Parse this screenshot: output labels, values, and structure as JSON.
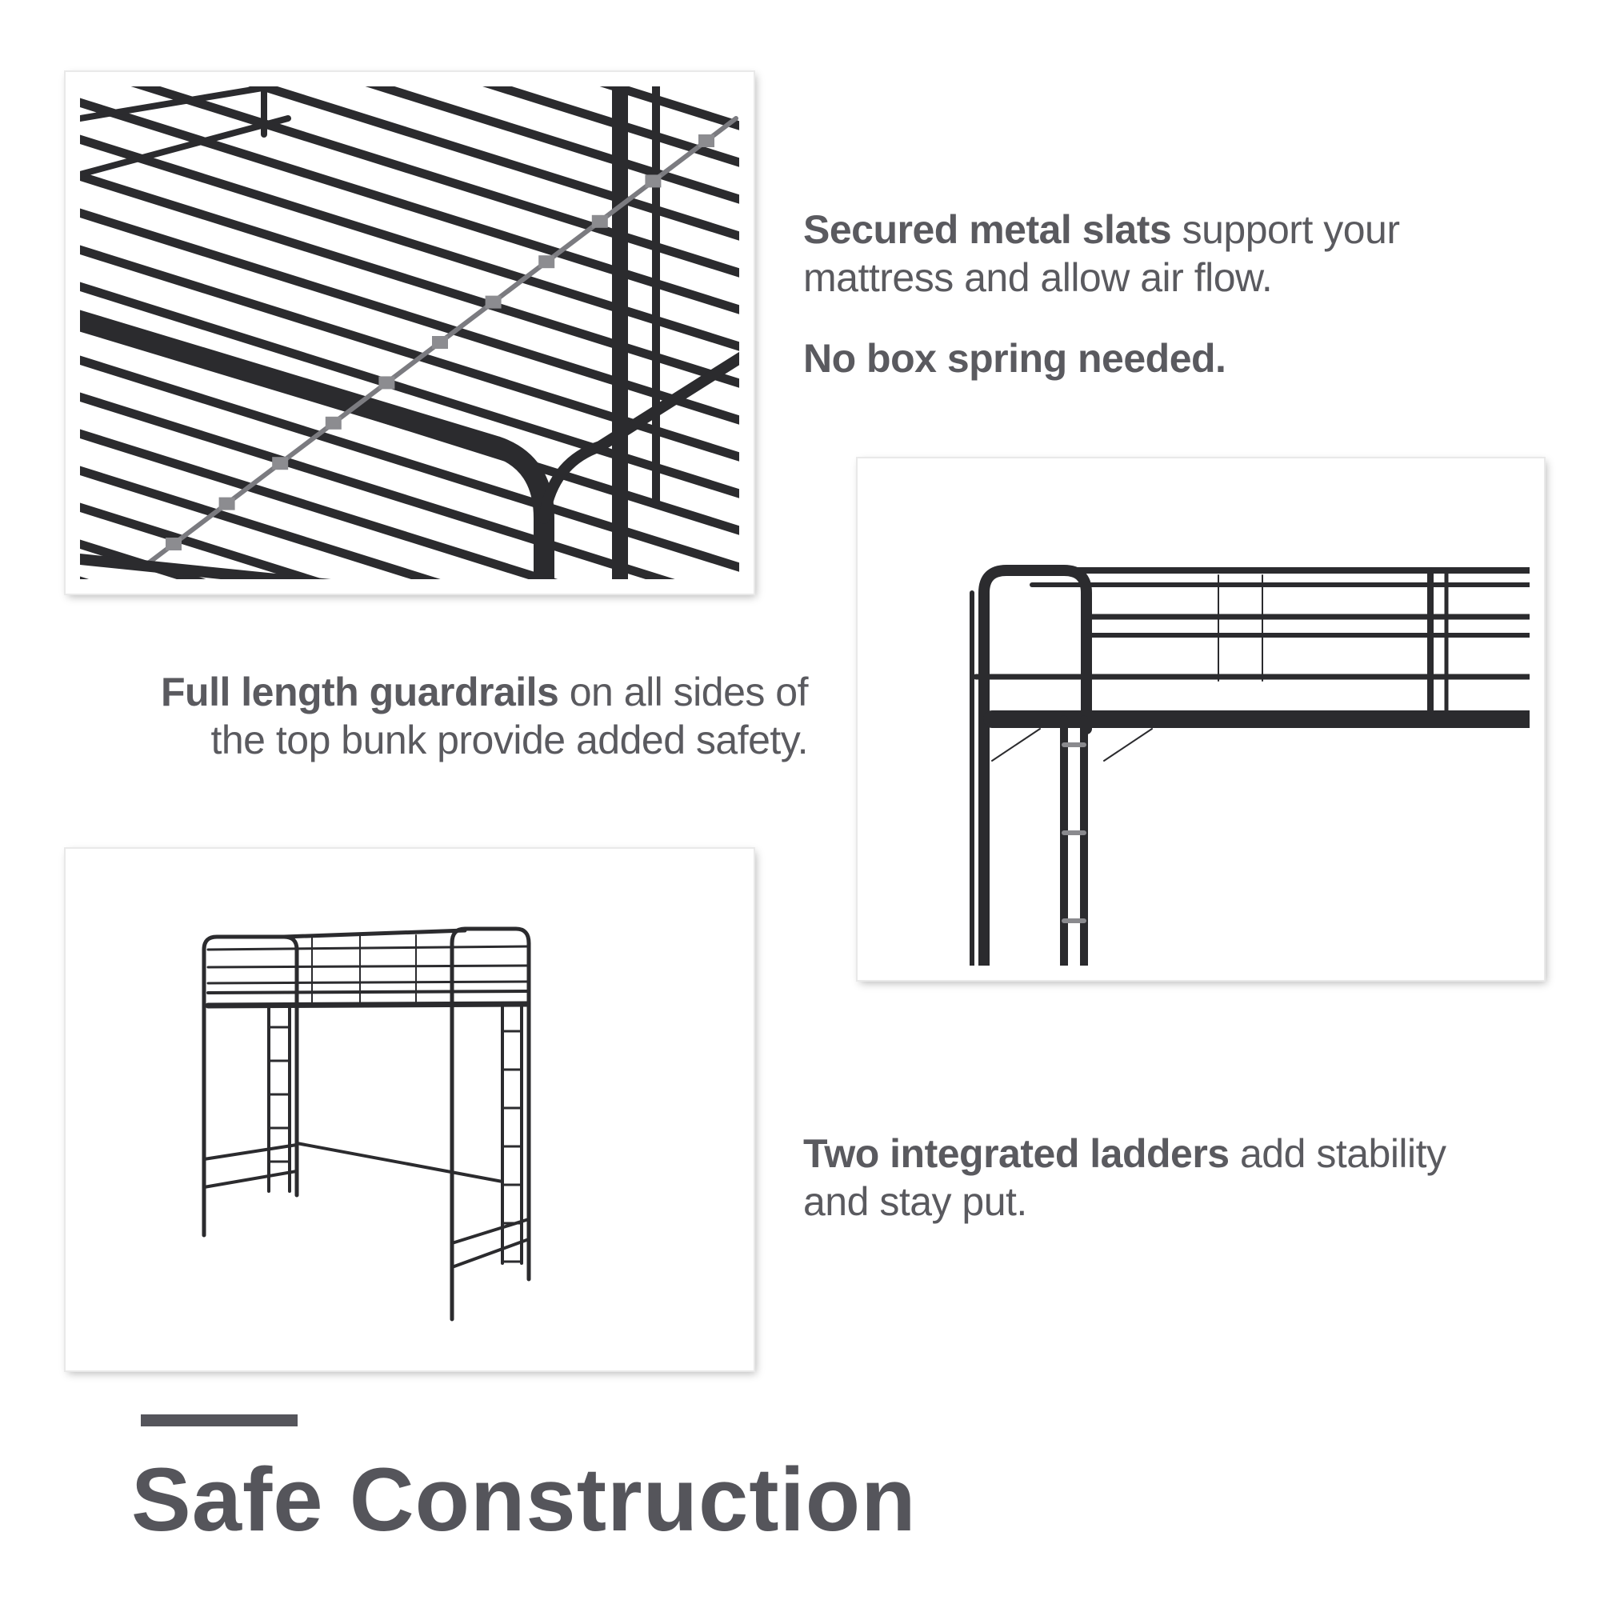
{
  "captions": {
    "slats": {
      "bold": "Secured metal slats",
      "rest": " support your mattress and allow air flow."
    },
    "no_box_spring": "No box spring needed.",
    "guardrails": {
      "bold": "Full length guardrails",
      "rest": " on all sides of the top bunk provide added safety."
    },
    "ladders": {
      "bold": "Two integrated ladders",
      "rest": " add stability and stay put."
    }
  },
  "title": "Safe Construction",
  "colors": {
    "text": "#5a5a5f",
    "title": "#55555b",
    "metal": "#2b2b2e",
    "frame": "#ffffff"
  },
  "images": [
    {
      "name": "slats-closeup-photo"
    },
    {
      "name": "guardrail-closeup-photo"
    },
    {
      "name": "loft-bed-photo"
    }
  ]
}
